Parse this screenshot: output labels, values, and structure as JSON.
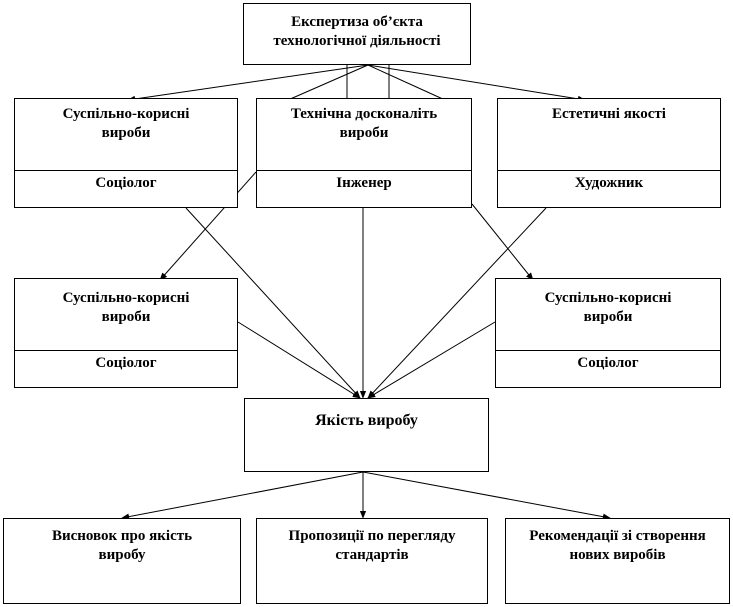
{
  "nodes": {
    "top": {
      "text": "Експертиза об’єкта технологічної діяльності"
    },
    "row1_left": {
      "title": "Суспільно-корисні вироби",
      "role": "Соціолог"
    },
    "row1_center": {
      "title": "Технічна досконаліть вироби",
      "role": "Інженер"
    },
    "row1_right": {
      "title": "Естетичні якості",
      "role": "Художник"
    },
    "row2_left": {
      "title": "Суспільно-корисні вироби",
      "role": "Соціолог"
    },
    "row2_right": {
      "title": "Суспільно-корисні вироби",
      "role": "Соціолог"
    },
    "quality": {
      "text": "Якість виробу"
    },
    "out_left": {
      "text": "Висновок про якість виробу"
    },
    "out_center": {
      "text": "Пропозиції по перегляду стандартів"
    },
    "out_right": {
      "text": "Рекомендації зі створення нових виробів"
    }
  }
}
